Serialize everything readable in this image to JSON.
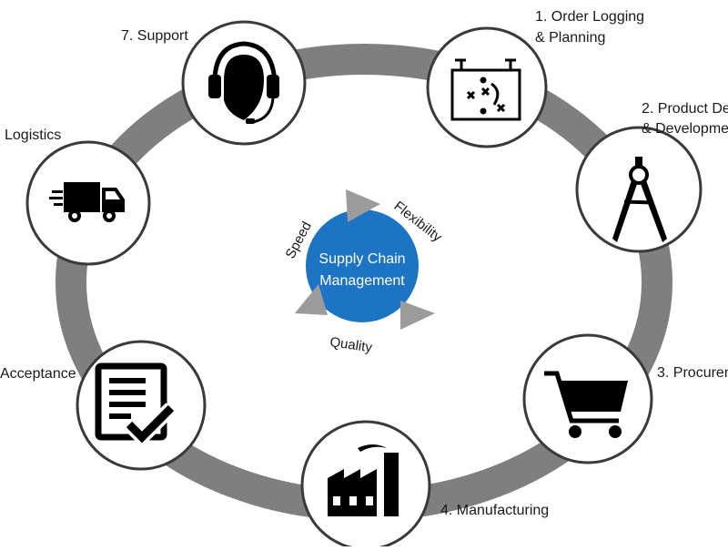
{
  "center": {
    "title_line1": "Supply Chain",
    "title_line2": "Management",
    "attributes": [
      "Speed",
      "Flexibility",
      "Quality"
    ]
  },
  "stages": [
    {
      "label_line1": "1. Order Logging",
      "label_line2": "& Planning",
      "icon": "strategy-board-icon"
    },
    {
      "label_line1": "2. Product De",
      "label_line2": "& Developme",
      "icon": "drafting-compass-icon"
    },
    {
      "label_line1": "3. Procurem",
      "label_line2": "",
      "icon": "shopping-cart-icon"
    },
    {
      "label_line1": "4. Manufacturing",
      "label_line2": "",
      "icon": "factory-icon"
    },
    {
      "label_line1": "Acceptance",
      "label_line2": "",
      "icon": "checklist-document-icon"
    },
    {
      "label_line1": "Logistics",
      "label_line2": "",
      "icon": "delivery-truck-icon"
    },
    {
      "label_line1": "7. Support",
      "label_line2": "",
      "icon": "headset-icon"
    }
  ],
  "colors": {
    "ring": "#7f7f80",
    "center_fill": "#1d73c4",
    "arrow": "#9b9b9b",
    "icon": "#000000",
    "node_border": "#3a3a3a"
  }
}
